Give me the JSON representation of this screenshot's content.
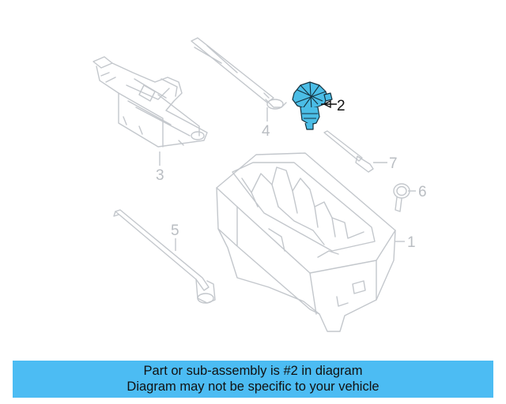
{
  "diagram": {
    "callouts": [
      {
        "id": "1",
        "label": "1"
      },
      {
        "id": "2",
        "label": "2",
        "highlighted": true
      },
      {
        "id": "3",
        "label": "3"
      },
      {
        "id": "4",
        "label": "4"
      },
      {
        "id": "5",
        "label": "5"
      },
      {
        "id": "6",
        "label": "6"
      },
      {
        "id": "7",
        "label": "7"
      }
    ],
    "highlight_color": "#4bbde6",
    "line_color": "#c3c7cc"
  },
  "caption": {
    "line1": "Part or sub-assembly is #2 in diagram",
    "line2": "Diagram may not be specific to your vehicle",
    "background": "#4cbcf3"
  }
}
